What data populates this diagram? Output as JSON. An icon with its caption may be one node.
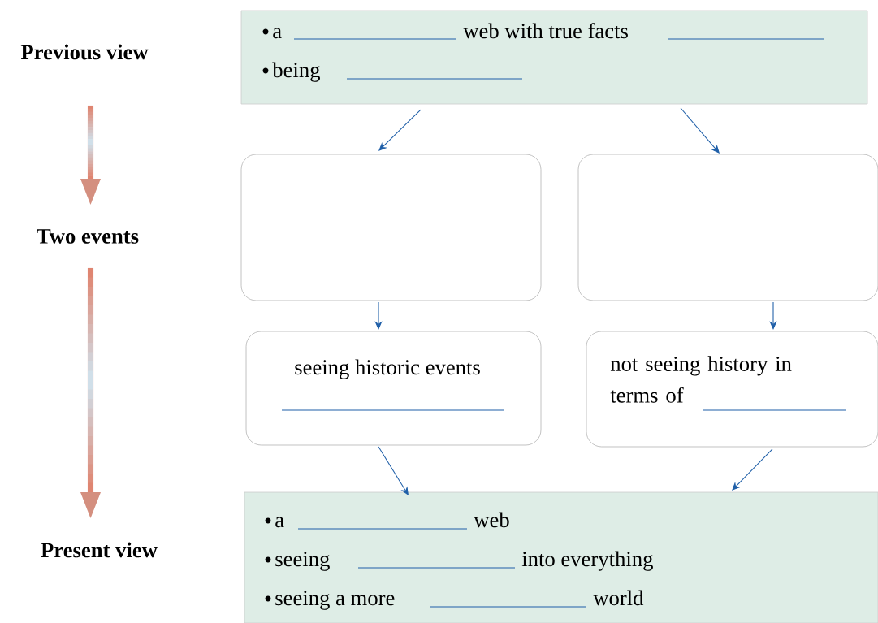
{
  "diagram": {
    "nodes": [
      {
        "text": [
          "a",
          "web with true facts",
          "being"
        ]
      },
      {
        "text": [],
        "shape": "box"
      },
      {
        "text": [],
        "shape": "box"
      },
      {
        "text": [
          "seeing historic events"
        ]
      },
      {
        "text": [
          "not seeing history in terms of"
        ]
      },
      {
        "text": [
          "a",
          "web",
          "seeing",
          "into everything",
          "seeing a more",
          "world"
        ]
      }
    ],
    "edges": [
      {
        "from": 0,
        "to": 1,
        "arrow": "to"
      },
      {
        "from": 0,
        "to": 2,
        "arrow": "to"
      },
      {
        "from": 1,
        "to": 3,
        "arrow": "to"
      },
      {
        "from": 2,
        "to": 4,
        "arrow": "to"
      },
      {
        "from": 3,
        "to": 5,
        "arrow": "to"
      },
      {
        "from": 4,
        "to": 5,
        "arrow": "to"
      }
    ],
    "labels": [
      "Previous view",
      "Two events",
      "Present view"
    ]
  }
}
